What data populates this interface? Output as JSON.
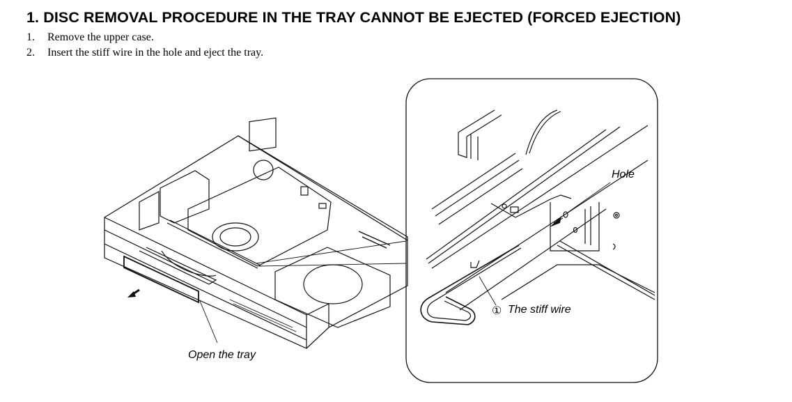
{
  "heading": "1. DISC REMOVAL PROCEDURE IN THE TRAY CANNOT BE EJECTED (FORCED EJECTION)",
  "steps": [
    {
      "number": "1.",
      "text": "Remove the upper case."
    },
    {
      "number": "2.",
      "text": "Insert the stiff wire in the hole and eject the tray."
    }
  ],
  "figure": {
    "labels": {
      "open_tray": "Open the tray",
      "hole": "Hole",
      "wire_number": "①",
      "stiff_wire": "The stiff wire"
    }
  }
}
